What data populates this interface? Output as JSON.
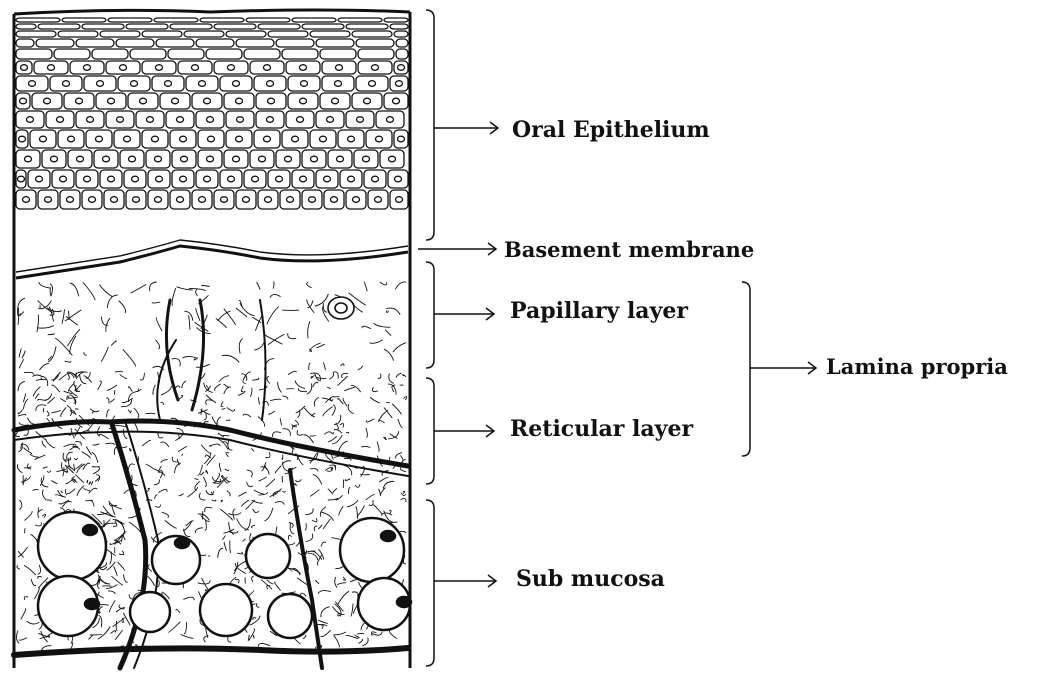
{
  "labels": {
    "oral_epithelium": "Oral Epithelium",
    "basement_membrane": "Basement membrane",
    "papillary_layer": "Papillary layer",
    "reticular_layer": "Reticular layer",
    "sub_mucosa": "Sub mucosa",
    "lamina_propria": "Lamina propria"
  },
  "colors": {
    "ink": "#111111",
    "background": "#ffffff"
  }
}
